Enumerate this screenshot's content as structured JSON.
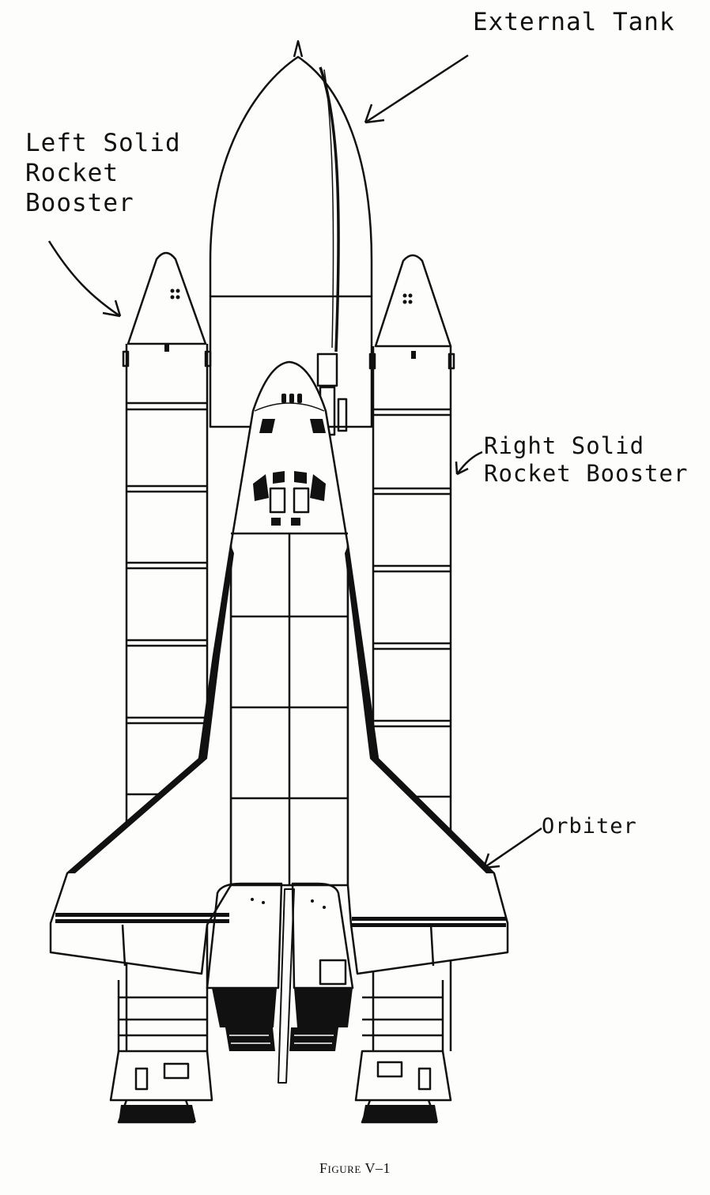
{
  "labels": {
    "external_tank": "External Tank",
    "left_srb": [
      "Left Solid",
      "Rocket",
      "Booster"
    ],
    "right_srb": [
      "Right Solid",
      "Rocket Booster"
    ],
    "orbiter": "Orbiter"
  },
  "caption": "Figure V–1",
  "colors": {
    "ink": "#111111",
    "paper": "#fdfdfb"
  }
}
